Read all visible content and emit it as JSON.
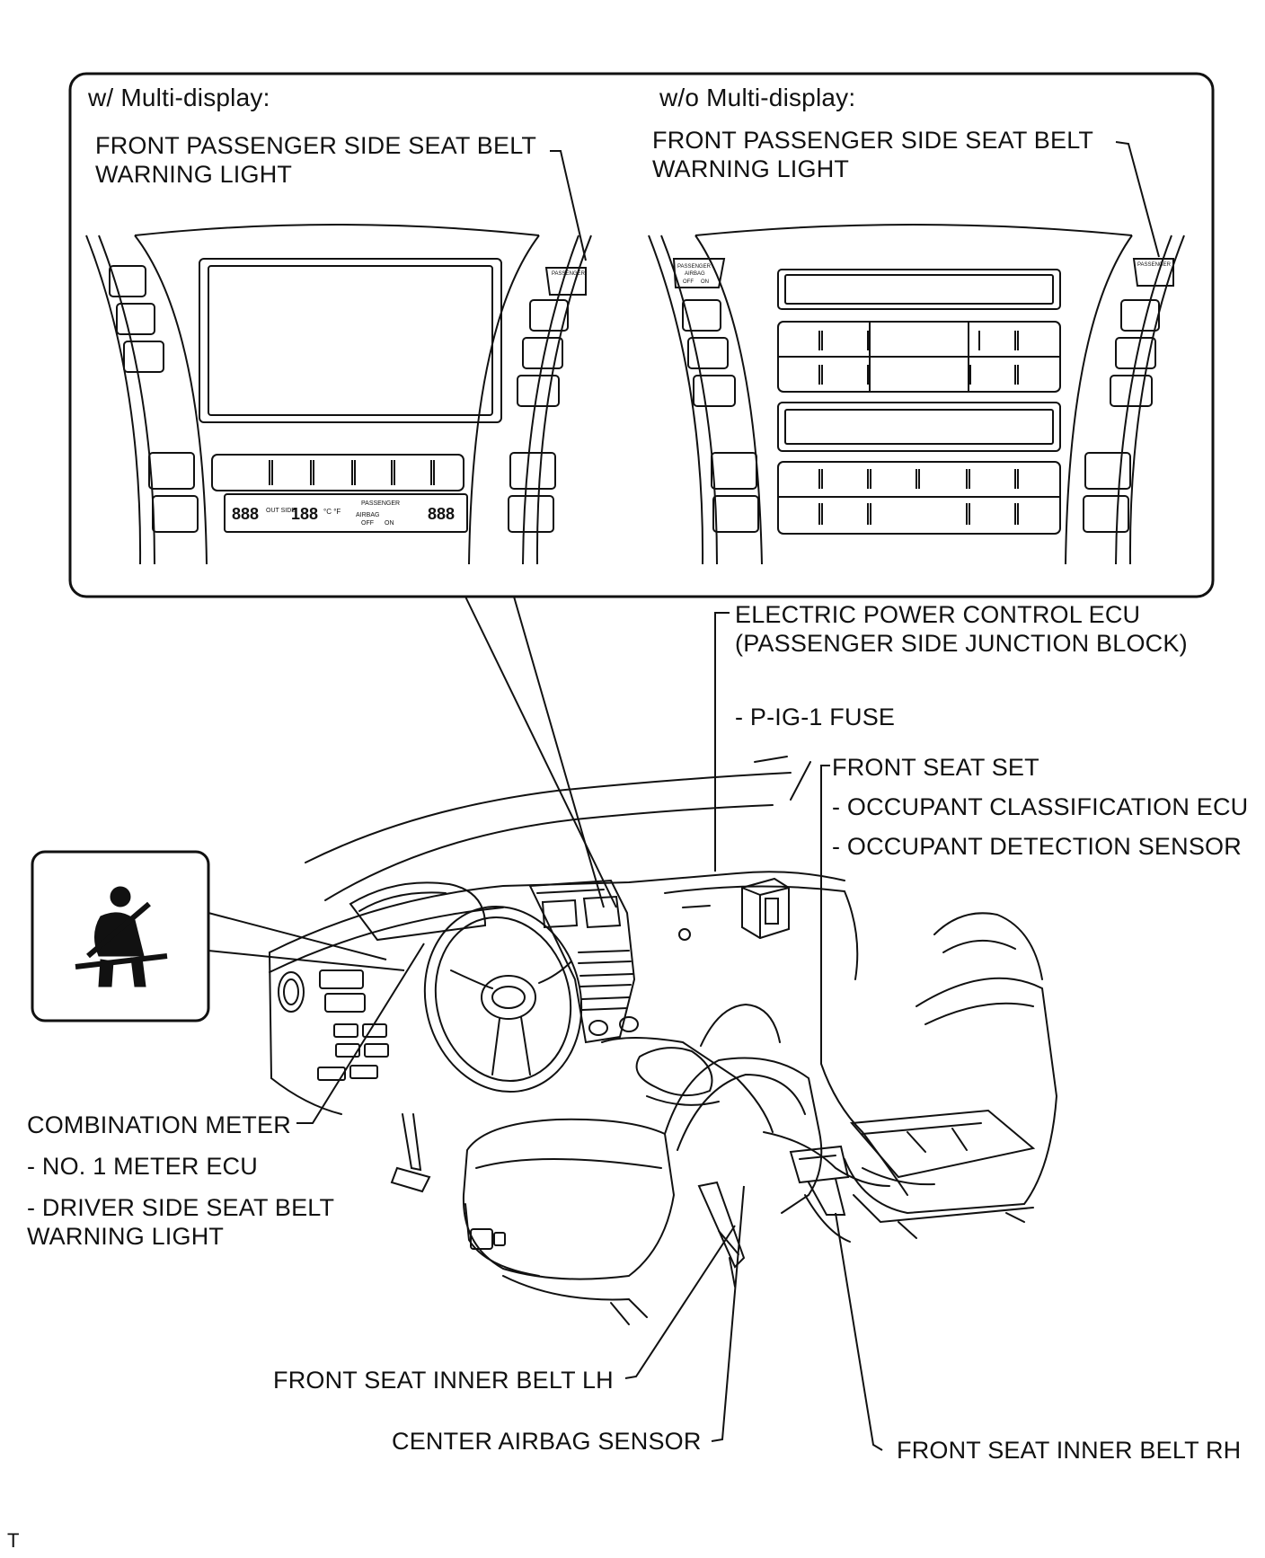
{
  "panels": {
    "with_multi_display": {
      "heading": "w/ Multi-display:",
      "label": [
        "FRONT PASSENGER SIDE SEAT BELT",
        "WARNING LIGHT"
      ],
      "indicator_text": "PASSENGER",
      "lcd": {
        "digits_left": "888",
        "out_side": "OUT SIDE",
        "digits_mid": "188",
        "units": "°C °F",
        "passenger": "PASSENGER",
        "airbag": "AIRBAG",
        "off": "OFF",
        "on": "ON",
        "digits_right": "888"
      }
    },
    "without_multi_display": {
      "heading": "w/o Multi-display:",
      "label": [
        "FRONT PASSENGER SIDE SEAT BELT",
        "WARNING LIGHT"
      ],
      "airbag_indicator": {
        "line1": "PASSENGER",
        "line2": "AIRBAG",
        "off": "OFF",
        "on": "ON"
      },
      "indicator_text": "PASSENGER"
    }
  },
  "labels": {
    "electric_power_ecu": [
      "ELECTRIC POWER CONTROL ECU",
      "(PASSENGER SIDE JUNCTION BLOCK)"
    ],
    "fuse": "- P-IG-1 FUSE",
    "front_seat_set": "FRONT SEAT SET",
    "occupant_ecu": "- OCCUPANT CLASSIFICATION ECU",
    "occupant_sensor": "- OCCUPANT DETECTION SENSOR",
    "combination_meter": "COMBINATION METER",
    "meter_ecu": "- NO. 1 METER ECU",
    "driver_warning": [
      "- DRIVER SIDE SEAT BELT",
      "WARNING LIGHT"
    ],
    "inner_belt_lh": "FRONT SEAT INNER BELT LH",
    "center_airbag": "CENTER AIRBAG SENSOR",
    "inner_belt_rh": "FRONT SEAT INNER BELT RH",
    "corner_mark": "T"
  },
  "icons": {
    "seat_belt_warning": "seat-belt-warning-icon"
  }
}
